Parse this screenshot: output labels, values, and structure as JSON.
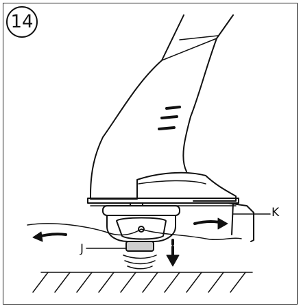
{
  "step_number": "14",
  "labels": {
    "k": "K",
    "j": "J"
  },
  "colors": {
    "line": "#111111",
    "part_fill": "#ffffff",
    "spool_fill": "#cfcfcf"
  }
}
